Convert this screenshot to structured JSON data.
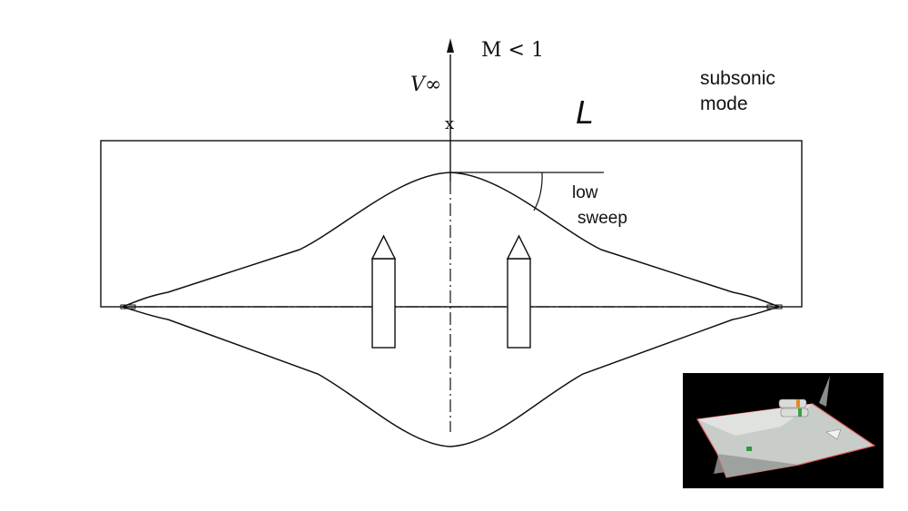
{
  "labels": {
    "velocity": "V∞",
    "mach": "M < 1",
    "axis": "x",
    "length": "L",
    "mode_line1": "subsonic",
    "mode_line2": "mode",
    "sweep_line1": "low",
    "sweep_line2": "sweep"
  },
  "colors": {
    "line": "#111111",
    "inset_background": "#000000",
    "aircraft_body": "#c9cdc9",
    "aircraft_edge": "#e05a5a",
    "engine_stripe_orange": "#e08a2a",
    "engine_stripe_green": "#3aa23a"
  }
}
